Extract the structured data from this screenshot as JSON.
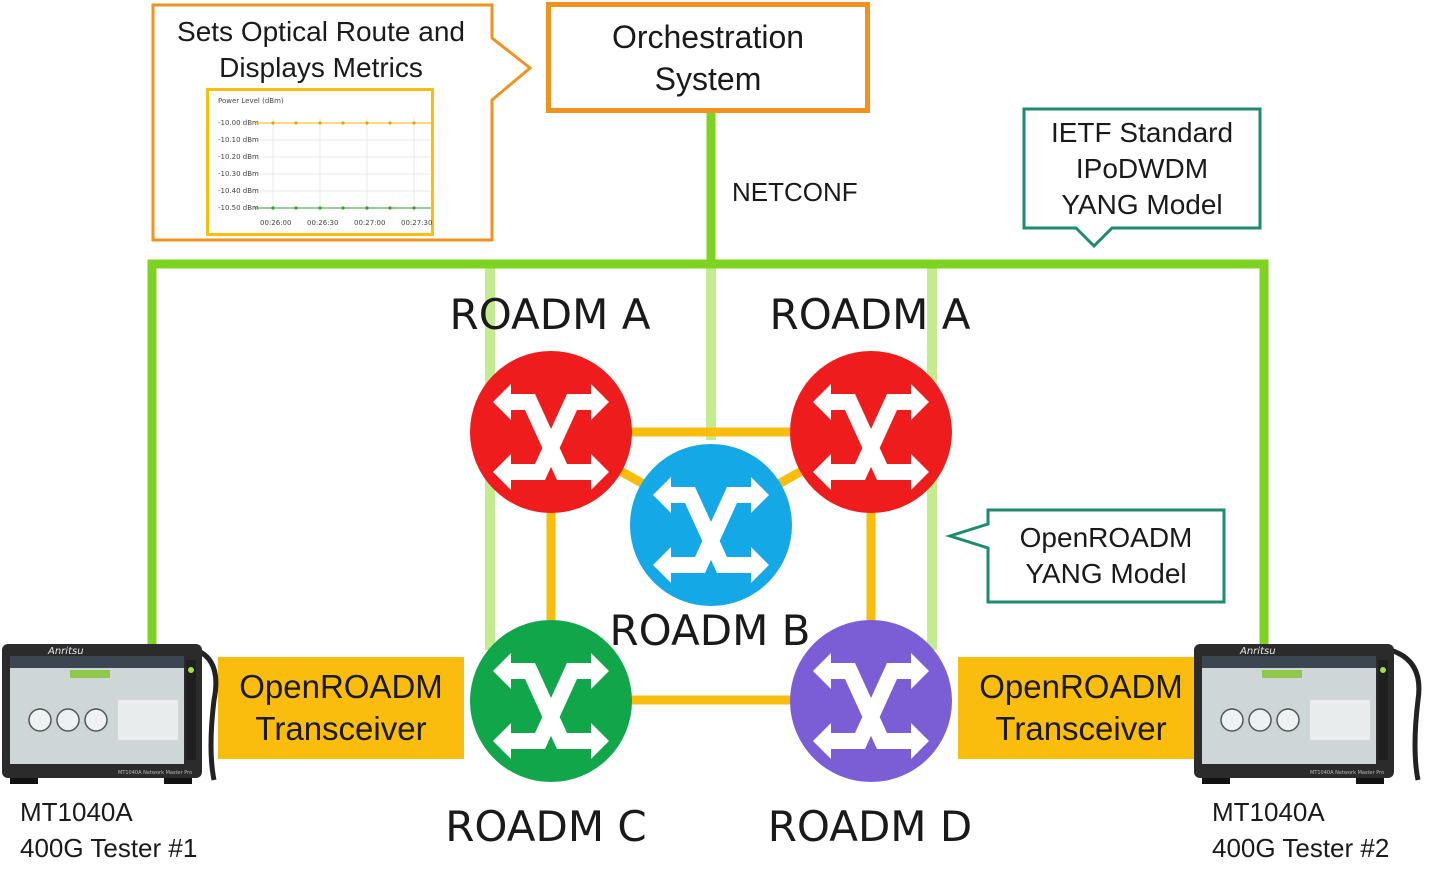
{
  "callout_orch": {
    "line1": "Sets Optical Route and",
    "line2": "Displays Metrics",
    "mini_chart": {
      "title": "Power Level (dBm)",
      "y_ticks": [
        "-10.00 dBm",
        "-10.10 dBm",
        "-10.20 dBm",
        "-10.30 dBm",
        "-10.40 dBm",
        "-10.50 dBm"
      ],
      "x_ticks": [
        "00:26:00",
        "00:26:30",
        "00:27:00",
        "00:27:30"
      ]
    }
  },
  "orchestration": {
    "line1": "Orchestration",
    "line2": "System"
  },
  "protocol_label": "NETCONF",
  "callout_ietf": {
    "line1": "IETF Standard",
    "line2": "IPoDWDM",
    "line3": "YANG Model"
  },
  "callout_openroadm": {
    "line1": "OpenROADM",
    "line2": "YANG Model"
  },
  "nodes": {
    "a_left": {
      "label": "ROADM A",
      "color": "#ee1c1c"
    },
    "a_right": {
      "label": "ROADM A",
      "color": "#ee1c1c"
    },
    "b": {
      "label": "ROADM B",
      "color": "#14a8e6"
    },
    "c": {
      "label": "ROADM C",
      "color": "#12a64a"
    },
    "d": {
      "label": "ROADM D",
      "color": "#7b5ed6"
    }
  },
  "transceiver_left": {
    "line1": "OpenROADM",
    "line2": "Transceiver"
  },
  "transceiver_right": {
    "line1": "OpenROADM",
    "line2": "Transceiver"
  },
  "tester_left": {
    "line1": "MT1040A",
    "line2": "400G Tester #1",
    "brand": "Anritsu",
    "model_text": "MT1040A  Network  Master  Pro"
  },
  "tester_right": {
    "line1": "MT1040A",
    "line2": "400G Tester #2",
    "brand": "Anritsu",
    "model_text": "MT1040A  Network  Master  Pro"
  },
  "colors": {
    "management_link": "#7ed321",
    "management_link_light": "#c3ec8e",
    "optical_link": "#fbbd0d",
    "orchestration_border": "#f0921e",
    "callout_teal": "#1f8a72",
    "callout_orange": "#f0921e"
  }
}
